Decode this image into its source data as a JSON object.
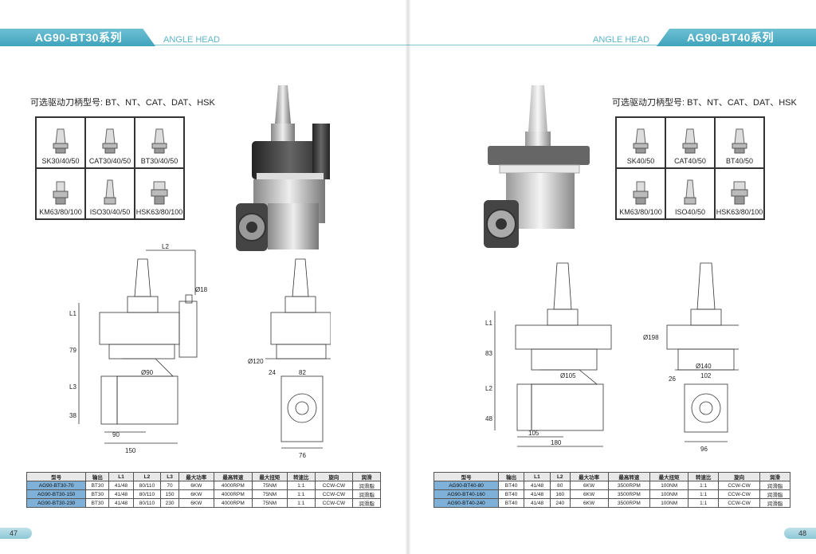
{
  "left": {
    "series_title": "AG90-BT30系列",
    "subtitle": "ANGLE HEAD",
    "shank_title": "可选驱动刀柄型号: BT、NT、CAT、DAT、HSK",
    "shanks": [
      "SK30/40/50",
      "CAT30/40/50",
      "BT30/40/50",
      "KM63/80/100",
      "ISO30/40/50",
      "HSK63/80/100"
    ],
    "dims": {
      "L2": "L2",
      "d18": "Ø18",
      "L1": "L1",
      "h79": "79",
      "d90": "Ø90",
      "L3": "L3",
      "h38": "38",
      "w90": "90",
      "w150": "150",
      "d120": "Ø120",
      "h24": "24",
      "w82": "82",
      "w76": "76"
    },
    "table_headers": [
      "型号",
      "输出",
      "L1",
      "L2",
      "L3",
      "最大功率",
      "最高转速",
      "最大扭矩",
      "转速比",
      "旋向",
      "润滑"
    ],
    "table_rows": [
      [
        "AG90-BT30-70",
        "BT30",
        "41/48",
        "80/110",
        "70",
        "6KW",
        "4000RPM",
        "75NM",
        "1:1",
        "CCW-CW",
        "润滑脂"
      ],
      [
        "AG90-BT30-150",
        "BT30",
        "41/48",
        "80/110",
        "150",
        "6KW",
        "4000RPM",
        "75NM",
        "1:1",
        "CCW-CW",
        "润滑脂"
      ],
      [
        "AG90-BT30-230",
        "BT30",
        "41/48",
        "80/110",
        "230",
        "6KW",
        "4000RPM",
        "75NM",
        "1:1",
        "CCW-CW",
        "润滑脂"
      ]
    ],
    "page_number": "47"
  },
  "right": {
    "series_title": "AG90-BT40系列",
    "subtitle": "ANGLE HEAD",
    "shank_title": "可选驱动刀柄型号: BT、NT、CAT、DAT、HSK",
    "shanks": [
      "SK40/50",
      "CAT40/50",
      "BT40/50",
      "KM63/80/100",
      "ISO40/50",
      "HSK63/80/100"
    ],
    "dims": {
      "L1": "L1",
      "h83": "83",
      "L2": "L2",
      "h48": "48",
      "d105": "Ø105",
      "w105": "105",
      "w180": "180",
      "d198": "Ø198",
      "d140": "Ø140",
      "h26": "26",
      "w102": "102",
      "w96": "96"
    },
    "table_headers": [
      "型号",
      "输出",
      "L1",
      "L2",
      "最大功率",
      "最高转速",
      "最大扭矩",
      "转速比",
      "旋向",
      "润滑"
    ],
    "table_rows": [
      [
        "AG90-BT40-80",
        "BT40",
        "41/48",
        "80",
        "6KW",
        "3500RPM",
        "100NM",
        "1:1",
        "CCW-CW",
        "润滑脂"
      ],
      [
        "AG90-BT40-160",
        "BT40",
        "41/48",
        "160",
        "6KW",
        "3500RPM",
        "100NM",
        "1:1",
        "CCW-CW",
        "润滑脂"
      ],
      [
        "AG90-BT40-240",
        "BT40",
        "41/48",
        "240",
        "6KW",
        "3500RPM",
        "100NM",
        "1:1",
        "CCW-CW",
        "润滑脂"
      ]
    ],
    "page_number": "48"
  }
}
